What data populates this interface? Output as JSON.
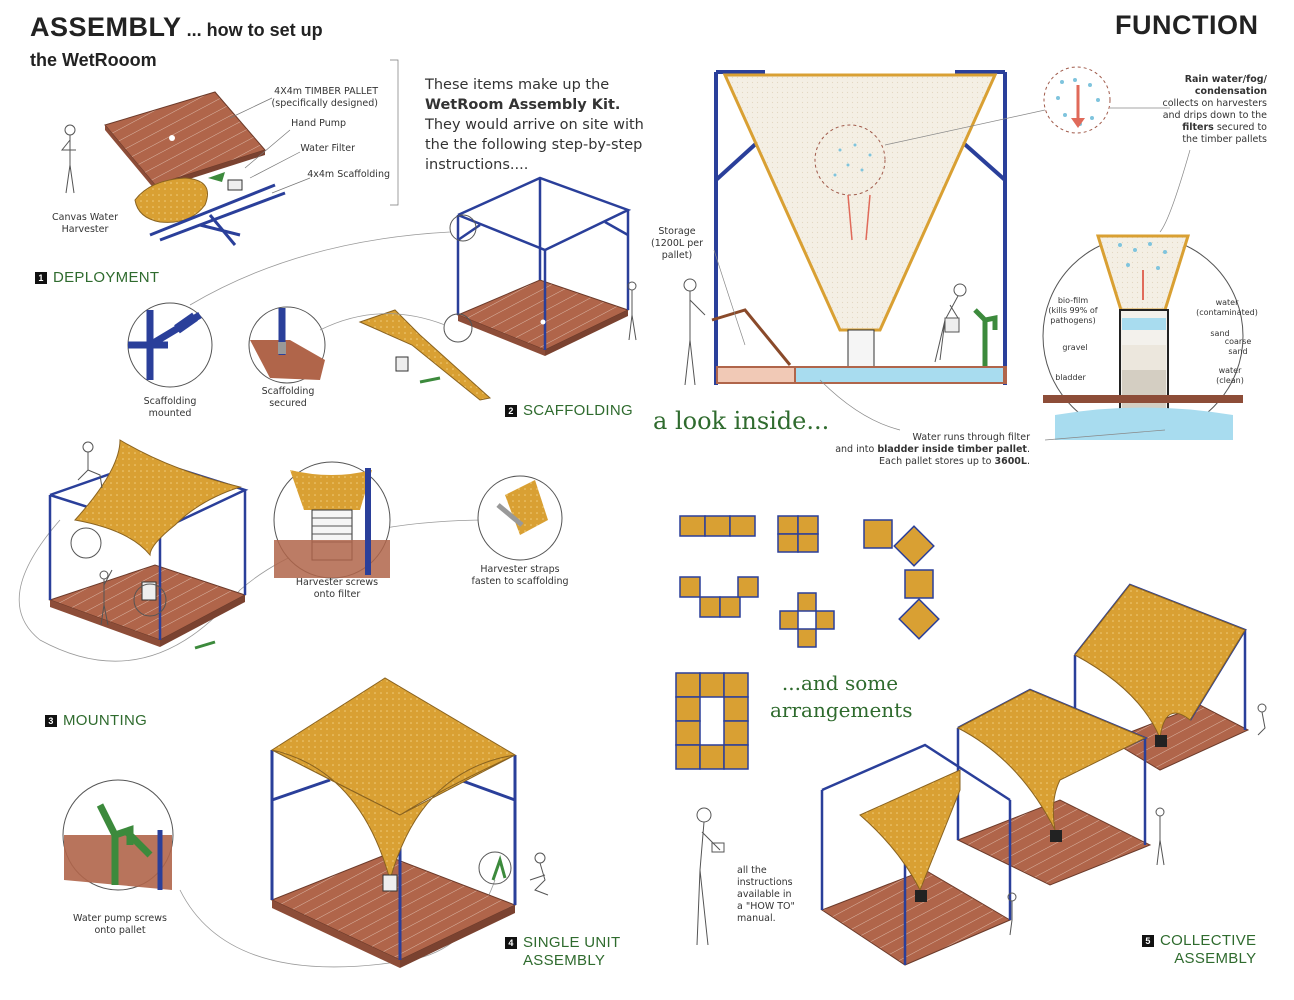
{
  "header": {
    "assembly_title": "ASSEMBLY",
    "assembly_subtitle_1": "... how to set up",
    "assembly_subtitle_2": "the WetRooom",
    "function_title": "FUNCTION"
  },
  "kit": {
    "intro_line_1": "These items make up the",
    "intro_bold": "WetRoom Assembly Kit.",
    "intro_line_3": "They would arrive on site with",
    "intro_line_4": "the the following step-by-step",
    "intro_line_5": "instructions....",
    "items": [
      "4X4m TIMBER PALLET",
      "(specifically designed)",
      "Hand Pump",
      "Water Filter",
      "4x4m Scaffolding",
      "Canvas Water",
      "Harvester"
    ]
  },
  "steps": {
    "s1_num": "1",
    "s1_label": "DEPLOYMENT",
    "s2_num": "2",
    "s2_label": "SCAFFOLDING",
    "s3_num": "3",
    "s3_label": "MOUNTING",
    "s4_num": "4",
    "s4_label_1": "SINGLE UNIT",
    "s4_label_2": "ASSEMBLY",
    "s5_num": "5",
    "s5_label_1": "COLLECTIVE",
    "s5_label_2": "ASSEMBLY"
  },
  "callouts": {
    "scaffolding_mounted_1": "Scaffolding",
    "scaffolding_mounted_2": "mounted",
    "scaffolding_secured_1": "Scaffolding",
    "scaffolding_secured_2": "secured",
    "harvester_screws_1": "Harvester screws",
    "harvester_screws_2": "onto filter",
    "harvester_straps_1": "Harvester straps",
    "harvester_straps_2": "fasten to scaffolding",
    "pump_screws_1": "Water pump screws",
    "pump_screws_2": "onto pallet",
    "manual_1": "all the",
    "manual_2": "instructions",
    "manual_3": "available in",
    "manual_4": "a \"HOW TO\"",
    "manual_5": "manual."
  },
  "function": {
    "storage_1": "Storage",
    "storage_2": "(1200L per",
    "storage_3": "pallet)",
    "rain_1": "Rain water/fog/",
    "rain_2": "condensation",
    "rain_3": "collects on harvesters",
    "rain_4": "and drips down to the",
    "rain_5_bold": "filters",
    "rain_5_rest": " secured to",
    "rain_6": "the timber pallets",
    "look_inside": "a look inside...",
    "runs_1": "Water runs through filter",
    "runs_2_pre": "and into ",
    "runs_2_bold": "bladder inside timber pallet",
    "runs_2_post": ".",
    "runs_3_pre": "Each pallet stores up to ",
    "runs_3_bold": "3600L",
    "runs_3_post": ".",
    "filter_labels": {
      "biofilm_1": "bio-film",
      "biofilm_2": "(kills 99% of",
      "biofilm_3": "pathogens)",
      "gravel": "gravel",
      "bladder": "bladder",
      "water_cont_1": "water",
      "water_cont_2": "(contaminated)",
      "sand": "sand",
      "coarse_1": "coarse",
      "coarse_2": "sand",
      "water_clean_1": "water",
      "water_clean_2": "(clean)"
    }
  },
  "arrangements": {
    "label_1": "...and some",
    "label_2": "arrangements"
  },
  "colors": {
    "scaffold": "#2a3f9a",
    "canvas": "#d9a033",
    "timber": "#b0654a",
    "green": "#2f6b2e",
    "water": "#a8dcef",
    "arrow": "#e06a5a",
    "pump": "#3c8a3c"
  }
}
